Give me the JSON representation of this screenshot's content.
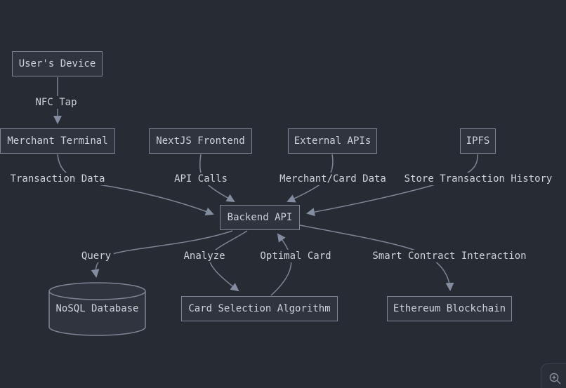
{
  "diagram": {
    "nodes": {
      "users_device": "User's Device",
      "merchant_terminal": "Merchant Terminal",
      "nextjs_frontend": "NextJS Frontend",
      "external_apis": "External APIs",
      "ipfs": "IPFS",
      "backend_api": "Backend API",
      "nosql_database": "NoSQL Database",
      "card_selection_algorithm": "Card Selection Algorithm",
      "ethereum_blockchain": "Ethereum Blockchain"
    },
    "edges": [
      {
        "from": "users_device",
        "to": "merchant_terminal",
        "label": "NFC Tap"
      },
      {
        "from": "merchant_terminal",
        "to": "backend_api",
        "label": "Transaction Data"
      },
      {
        "from": "nextjs_frontend",
        "to": "backend_api",
        "label": "API Calls"
      },
      {
        "from": "external_apis",
        "to": "backend_api",
        "label": "Merchant/Card Data"
      },
      {
        "from": "ipfs",
        "to": "backend_api",
        "label": "Store Transaction History"
      },
      {
        "from": "backend_api",
        "to": "nosql_database",
        "label": "Query"
      },
      {
        "from": "backend_api",
        "to": "card_selection_algorithm",
        "label": "Analyze"
      },
      {
        "from": "card_selection_algorithm",
        "to": "backend_api",
        "label": "Optimal Card"
      },
      {
        "from": "backend_api",
        "to": "ethereum_blockchain",
        "label": "Smart Contract Interaction"
      }
    ]
  },
  "controls": {
    "zoom_in_icon": "magnifier-plus"
  },
  "colors": {
    "background": "#272b33",
    "node_fill": "#2f343e",
    "node_border": "#7d8594",
    "edge": "#7d8594",
    "arrowhead": "#848da0",
    "text": "#ced3da"
  }
}
